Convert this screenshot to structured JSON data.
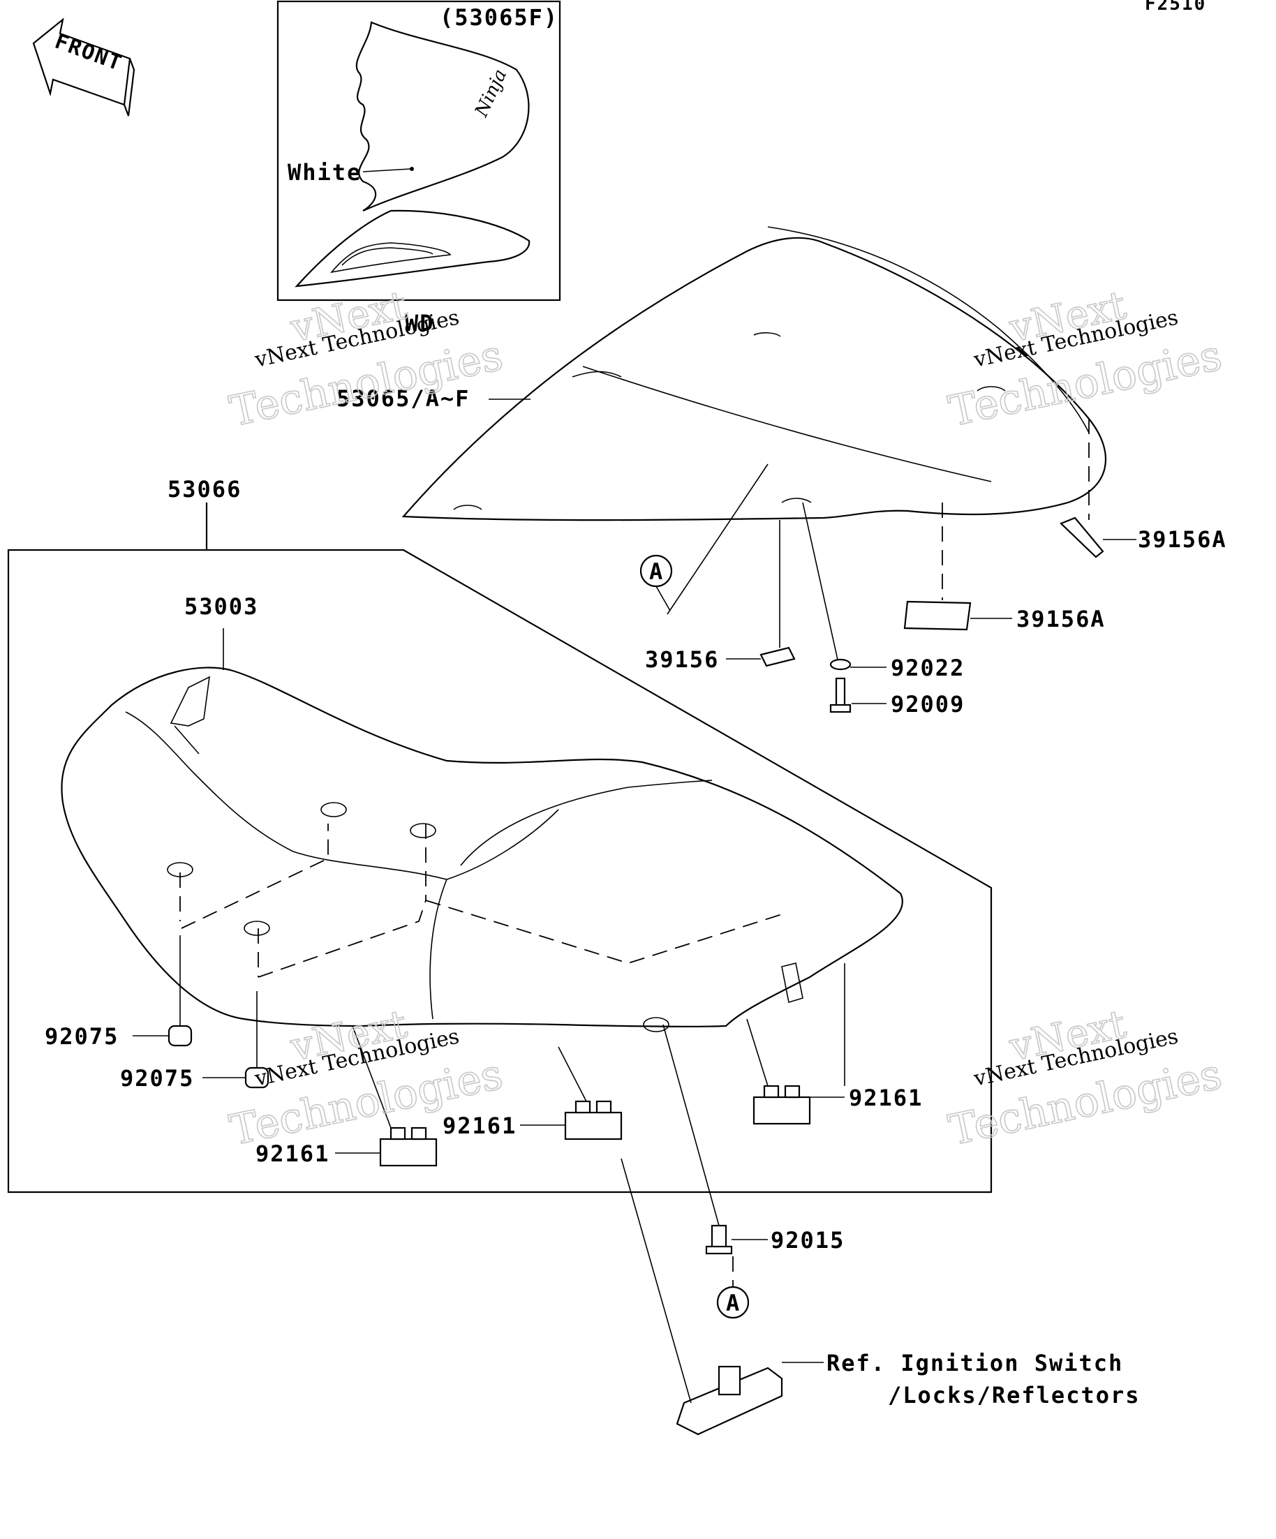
{
  "figure_code": "F2510",
  "front_arrow_label": "FRONT",
  "inset": {
    "part_code": "(53065F)",
    "color_label": "White",
    "variant_label": "WD",
    "logo_text": "Ninja"
  },
  "callouts": {
    "p53065": "53065/A~F",
    "p53066": "53066",
    "p53003": "53003",
    "p39156A_top": "39156A",
    "p39156A_mid": "39156A",
    "p39156": "39156",
    "p92022": "92022",
    "p92009": "92009",
    "p92075_a": "92075",
    "p92075_b": "92075",
    "p92161_a": "92161",
    "p92161_b": "92161",
    "p92161_c": "92161",
    "p92015": "92015",
    "ref_line1": "Ref. Ignition Switch",
    "ref_line2": "/Locks/Reflectors"
  },
  "reference_markers": {
    "upper": "A",
    "lower": "A"
  },
  "watermarks": [
    {
      "brand": "vNext",
      "company": "vNext Technologies",
      "word": "Technologies"
    },
    {
      "brand": "vNext",
      "company": "vNext Technologies",
      "word": "Technologies"
    },
    {
      "brand": "vNext",
      "company": "vNext Technologies",
      "word": "Technologies"
    },
    {
      "brand": "vNext",
      "company": "vNext Technologies",
      "word": "Technologies"
    }
  ]
}
